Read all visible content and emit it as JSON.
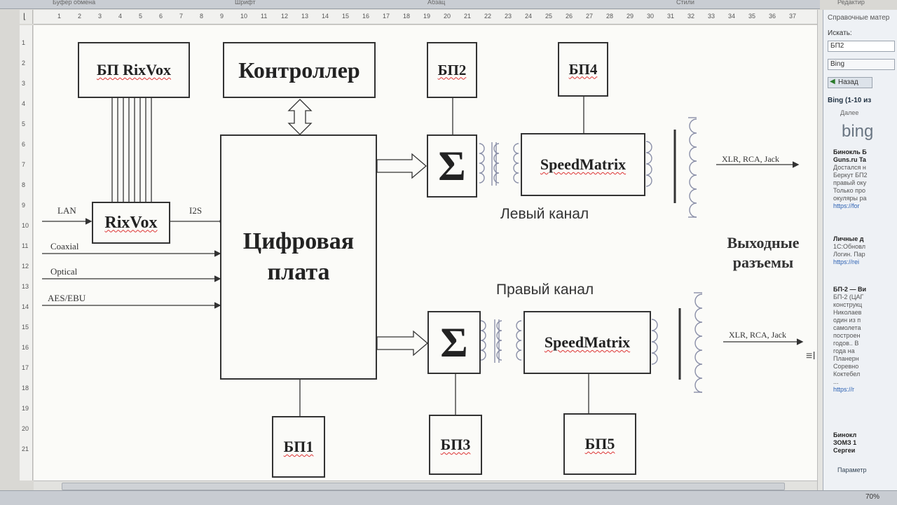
{
  "ribbon": {
    "groups": [
      "Буфер обмена",
      "Шрифт",
      "Абзац",
      "Стили",
      "Редактир"
    ]
  },
  "ruler": {
    "h_numbers": [
      "1",
      "2",
      "3",
      "4",
      "5",
      "6",
      "7",
      "8",
      "9",
      "10",
      "11",
      "12",
      "13",
      "14",
      "15",
      "16",
      "17",
      "18",
      "19",
      "20",
      "21",
      "22",
      "23",
      "24",
      "25",
      "26",
      "27",
      "28",
      "29",
      "30",
      "31",
      "32",
      "33",
      "34",
      "35",
      "36",
      "37"
    ],
    "v_numbers": [
      "1",
      "2",
      "3",
      "4",
      "5",
      "6",
      "7",
      "8",
      "9",
      "10",
      "11",
      "12",
      "13",
      "14",
      "15",
      "16",
      "17",
      "18",
      "19",
      "20",
      "21"
    ]
  },
  "diagram": {
    "blocks": {
      "bp_rixvox": "БП RixVox",
      "controller": "Контроллер",
      "bp2": "БП2",
      "bp4": "БП4",
      "rixvox": "RixVox",
      "digital_board_line1": "Цифровая",
      "digital_board_line2": "плата",
      "sum_top": "Σ",
      "sum_bottom": "Σ",
      "speedmatrix_top": "SpeedMatrix",
      "speedmatrix_bottom": "SpeedMatrix",
      "bp1": "БП1",
      "bp3": "БП3",
      "bp5": "БП5"
    },
    "labels": {
      "lan": "LAN",
      "i2s": "I2S",
      "coaxial": "Coaxial",
      "optical": "Optical",
      "aes_ebu": "AES/EBU",
      "left_channel": "Левый канал",
      "right_channel": "Правый канал",
      "outputs_line1": "Выходные",
      "outputs_line2": "разъемы",
      "out_top": "XLR, RCA, Jack",
      "out_bottom": "XLR, RCA, Jack"
    }
  },
  "side_pane": {
    "title": "Справочные матер",
    "search_label": "Искать:",
    "search_value": "БП2",
    "source_value": "Bing",
    "back_button": "Назад",
    "results_header": "Bing (1-10 из",
    "more": "Далее",
    "bing_logo": "bing",
    "results": [
      {
        "title": "Бинокль Б",
        "lines": [
          "Guns.ru Ta",
          "Достался н",
          "Беркут БП2",
          "правый оку",
          "Только про",
          "окуляры ра"
        ],
        "url": "https://for"
      },
      {
        "title": "Личные д",
        "lines": [
          "1С:Обновл",
          "Логин. Пар"
        ],
        "url": "https://rei"
      },
      {
        "title": "БП-2 — Ви",
        "lines": [
          "БП-2 (ЦАГ",
          "конструкц",
          "Николаев",
          "один из п",
          "самолета",
          "построен",
          "годов.. В",
          "года на",
          "Планерн",
          "Соревно",
          "Коктебел",
          "..."
        ],
        "url": "https://r"
      },
      {
        "title": "Бинокл",
        "lines": [
          "ЗОМЗ 1",
          "Сергеи"
        ],
        "url": ""
      }
    ],
    "params": "Параметр"
  },
  "status": {
    "zoom": "70%"
  }
}
